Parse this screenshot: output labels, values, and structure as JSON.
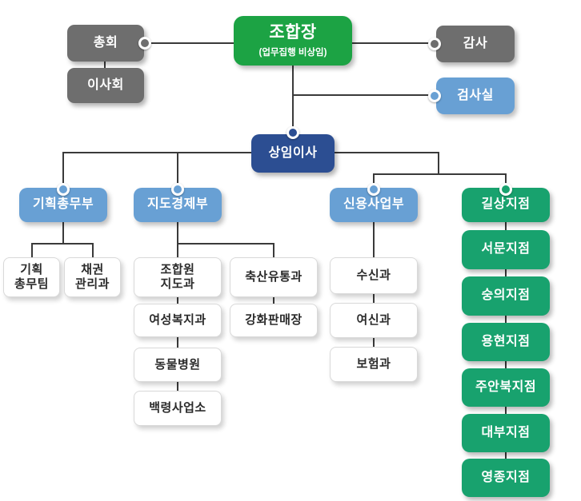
{
  "nodes": {
    "chairman": {
      "label": "조합장",
      "subtitle": "(업무집행 비상임)"
    },
    "general_meeting": {
      "label": "총회"
    },
    "board_of_directors": {
      "label": "이사회"
    },
    "auditor": {
      "label": "감사"
    },
    "inspection_office": {
      "label": "검사실"
    },
    "executive_director": {
      "label": "상임이사"
    },
    "planning_general_affairs_dept": {
      "label": "기획총무부"
    },
    "guidance_economy_dept": {
      "label": "지도경제부"
    },
    "credit_business_dept": {
      "label": "신용사업부"
    },
    "gilsang_branch": {
      "label": "길상지점"
    },
    "planning_team": {
      "label": "기획\n총무팀"
    },
    "bond_management_section": {
      "label": "채권\n관리과"
    },
    "member_guidance_section": {
      "label": "조합원\n지도과"
    },
    "livestock_distribution_section": {
      "label": "축산유통과"
    },
    "womens_welfare_section": {
      "label": "여성복지과"
    },
    "ganghwa_sales_outlet": {
      "label": "강화판매장"
    },
    "animal_hospital": {
      "label": "동물병원"
    },
    "baengnyeong_office": {
      "label": "백령사업소"
    },
    "deposit_section": {
      "label": "수신과"
    },
    "loan_section": {
      "label": "여신과"
    },
    "insurance_section": {
      "label": "보험과"
    },
    "seomun_branch": {
      "label": "서문지점"
    },
    "sungui_branch": {
      "label": "숭의지점"
    },
    "yonghyeon_branch": {
      "label": "용현지점"
    },
    "juanbuk_branch": {
      "label": "주안북지점"
    },
    "daebu_branch": {
      "label": "대부지점"
    },
    "yeongjong_branch": {
      "label": "영종지점"
    }
  },
  "colors": {
    "chairman_green": "#1ca344",
    "branch_green": "#18a26e",
    "staff_blue": "#68a0d4",
    "executive_navy": "#2c4e92",
    "governance_gray": "#6e6e6e",
    "connector_line": "#3a3a3a",
    "white_box_border": "#d9d9d9",
    "white_box_text": "#2b2b2b",
    "background": "#ffffff"
  }
}
